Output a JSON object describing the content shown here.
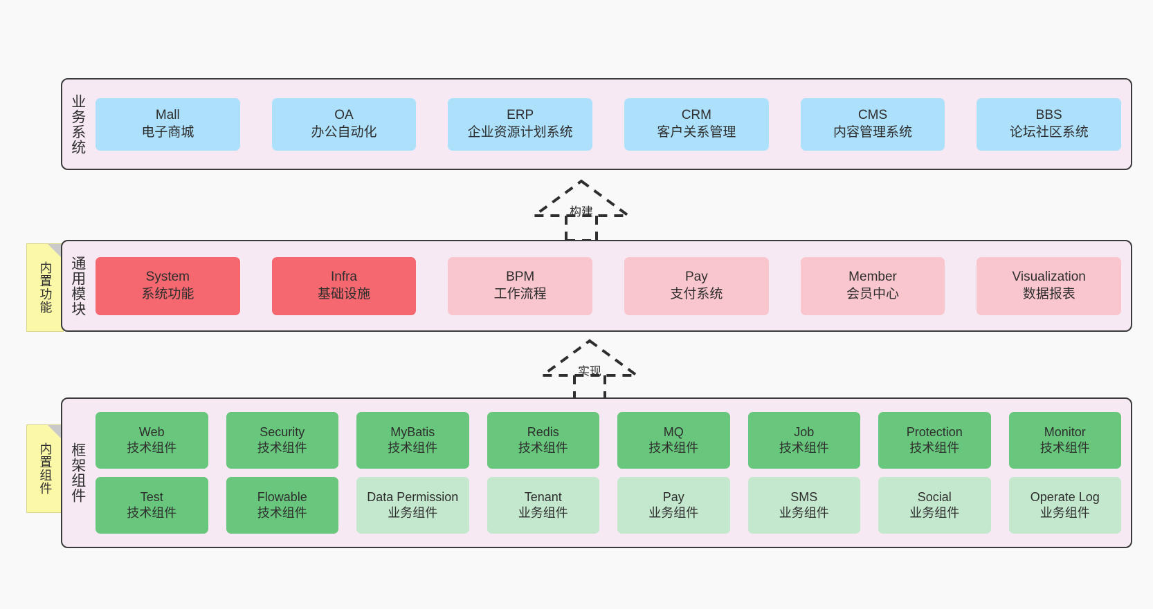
{
  "diagram": {
    "background_color": "#f9f9f9",
    "panel_color": "#f7e9f4",
    "panel_border_color": "#3a3a3a",
    "sticky_color": "#fbf8a8"
  },
  "layers": {
    "business": {
      "title": "业务系统",
      "cards": [
        {
          "en": "Mall",
          "zh": "电子商城",
          "color": "#ade0fb"
        },
        {
          "en": "OA",
          "zh": "办公自动化",
          "color": "#ade0fb"
        },
        {
          "en": "ERP",
          "zh": "企业资源计划系统",
          "color": "#ade0fb"
        },
        {
          "en": "CRM",
          "zh": "客户关系管理",
          "color": "#ade0fb"
        },
        {
          "en": "CMS",
          "zh": "内容管理系统",
          "color": "#ade0fb"
        },
        {
          "en": "BBS",
          "zh": "论坛社区系统",
          "color": "#ade0fb"
        }
      ]
    },
    "common": {
      "title": "通用模块",
      "sticky": "内置功能",
      "cards": [
        {
          "en": "System",
          "zh": "系统功能",
          "color": "#f5686f"
        },
        {
          "en": "Infra",
          "zh": "基础设施",
          "color": "#f5686f"
        },
        {
          "en": "BPM",
          "zh": "工作流程",
          "color": "#fac6cd"
        },
        {
          "en": "Pay",
          "zh": "支付系统",
          "color": "#fac6cd"
        },
        {
          "en": "Member",
          "zh": "会员中心",
          "color": "#fac6cd"
        },
        {
          "en": "Visualization",
          "zh": "数据报表",
          "color": "#fac6cd"
        }
      ]
    },
    "framework": {
      "title": "框架组件",
      "sticky": "内置组件",
      "row1": [
        {
          "en": "Web",
          "zh": "技术组件",
          "color": "#68c77c"
        },
        {
          "en": "Security",
          "zh": "技术组件",
          "color": "#68c77c"
        },
        {
          "en": "MyBatis",
          "zh": "技术组件",
          "color": "#68c77c"
        },
        {
          "en": "Redis",
          "zh": "技术组件",
          "color": "#68c77c"
        },
        {
          "en": "MQ",
          "zh": "技术组件",
          "color": "#68c77c"
        },
        {
          "en": "Job",
          "zh": "技术组件",
          "color": "#68c77c"
        },
        {
          "en": "Protection",
          "zh": "技术组件",
          "color": "#68c77c"
        },
        {
          "en": "Monitor",
          "zh": "技术组件",
          "color": "#68c77c"
        }
      ],
      "row2": [
        {
          "en": "Test",
          "zh": "技术组件",
          "color": "#68c77c"
        },
        {
          "en": "Flowable",
          "zh": "技术组件",
          "color": "#68c77c"
        },
        {
          "en": "Data Permission",
          "zh": "业务组件",
          "color": "#c4e8cd"
        },
        {
          "en": "Tenant",
          "zh": "业务组件",
          "color": "#c4e8cd"
        },
        {
          "en": "Pay",
          "zh": "业务组件",
          "color": "#c4e8cd"
        },
        {
          "en": "SMS",
          "zh": "业务组件",
          "color": "#c4e8cd"
        },
        {
          "en": "Social",
          "zh": "业务组件",
          "color": "#c4e8cd"
        },
        {
          "en": "Operate Log",
          "zh": "业务组件",
          "color": "#c4e8cd"
        }
      ]
    }
  },
  "connectors": [
    {
      "label": "构建",
      "from": "通用模块",
      "to": "业务系统",
      "style": "dashed-generalization"
    },
    {
      "label": "实现",
      "from": "框架组件",
      "to": "通用模块",
      "style": "dashed-generalization"
    }
  ]
}
